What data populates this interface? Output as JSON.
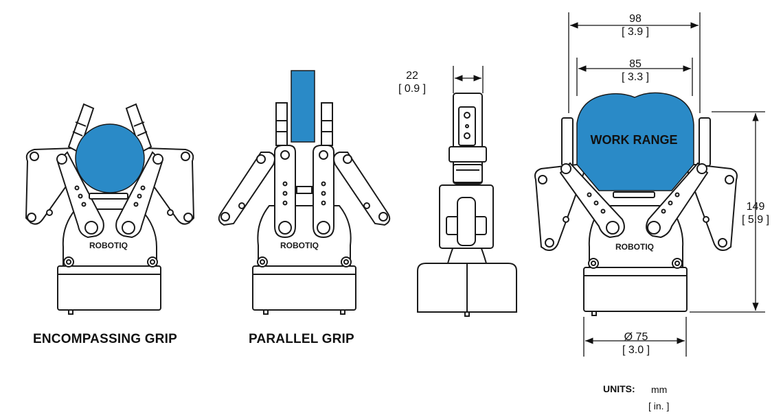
{
  "captions": {
    "encompassing": "ENCOMPASSING GRIP",
    "parallel": "PARALLEL GRIP"
  },
  "brand": "ROBOTIQ",
  "work_range": "WORK RANGE",
  "dimensions": {
    "side_width": {
      "mm": "22",
      "in": "[ 0.9 ]"
    },
    "outer_width": {
      "mm": "98",
      "in": "[ 3.9 ]"
    },
    "inner_width": {
      "mm": "85",
      "in": "[ 3.3 ]"
    },
    "height": {
      "mm": "149",
      "in": "[ 5.9 ]"
    },
    "base_diameter": {
      "mm": "Ø 75",
      "in": "[ 3.0 ]"
    }
  },
  "units": {
    "label": "UNITS:",
    "primary": "mm",
    "secondary": "[ in. ]"
  },
  "colors": {
    "accent": "#2a8ac7",
    "line": "#1a1a1a"
  }
}
